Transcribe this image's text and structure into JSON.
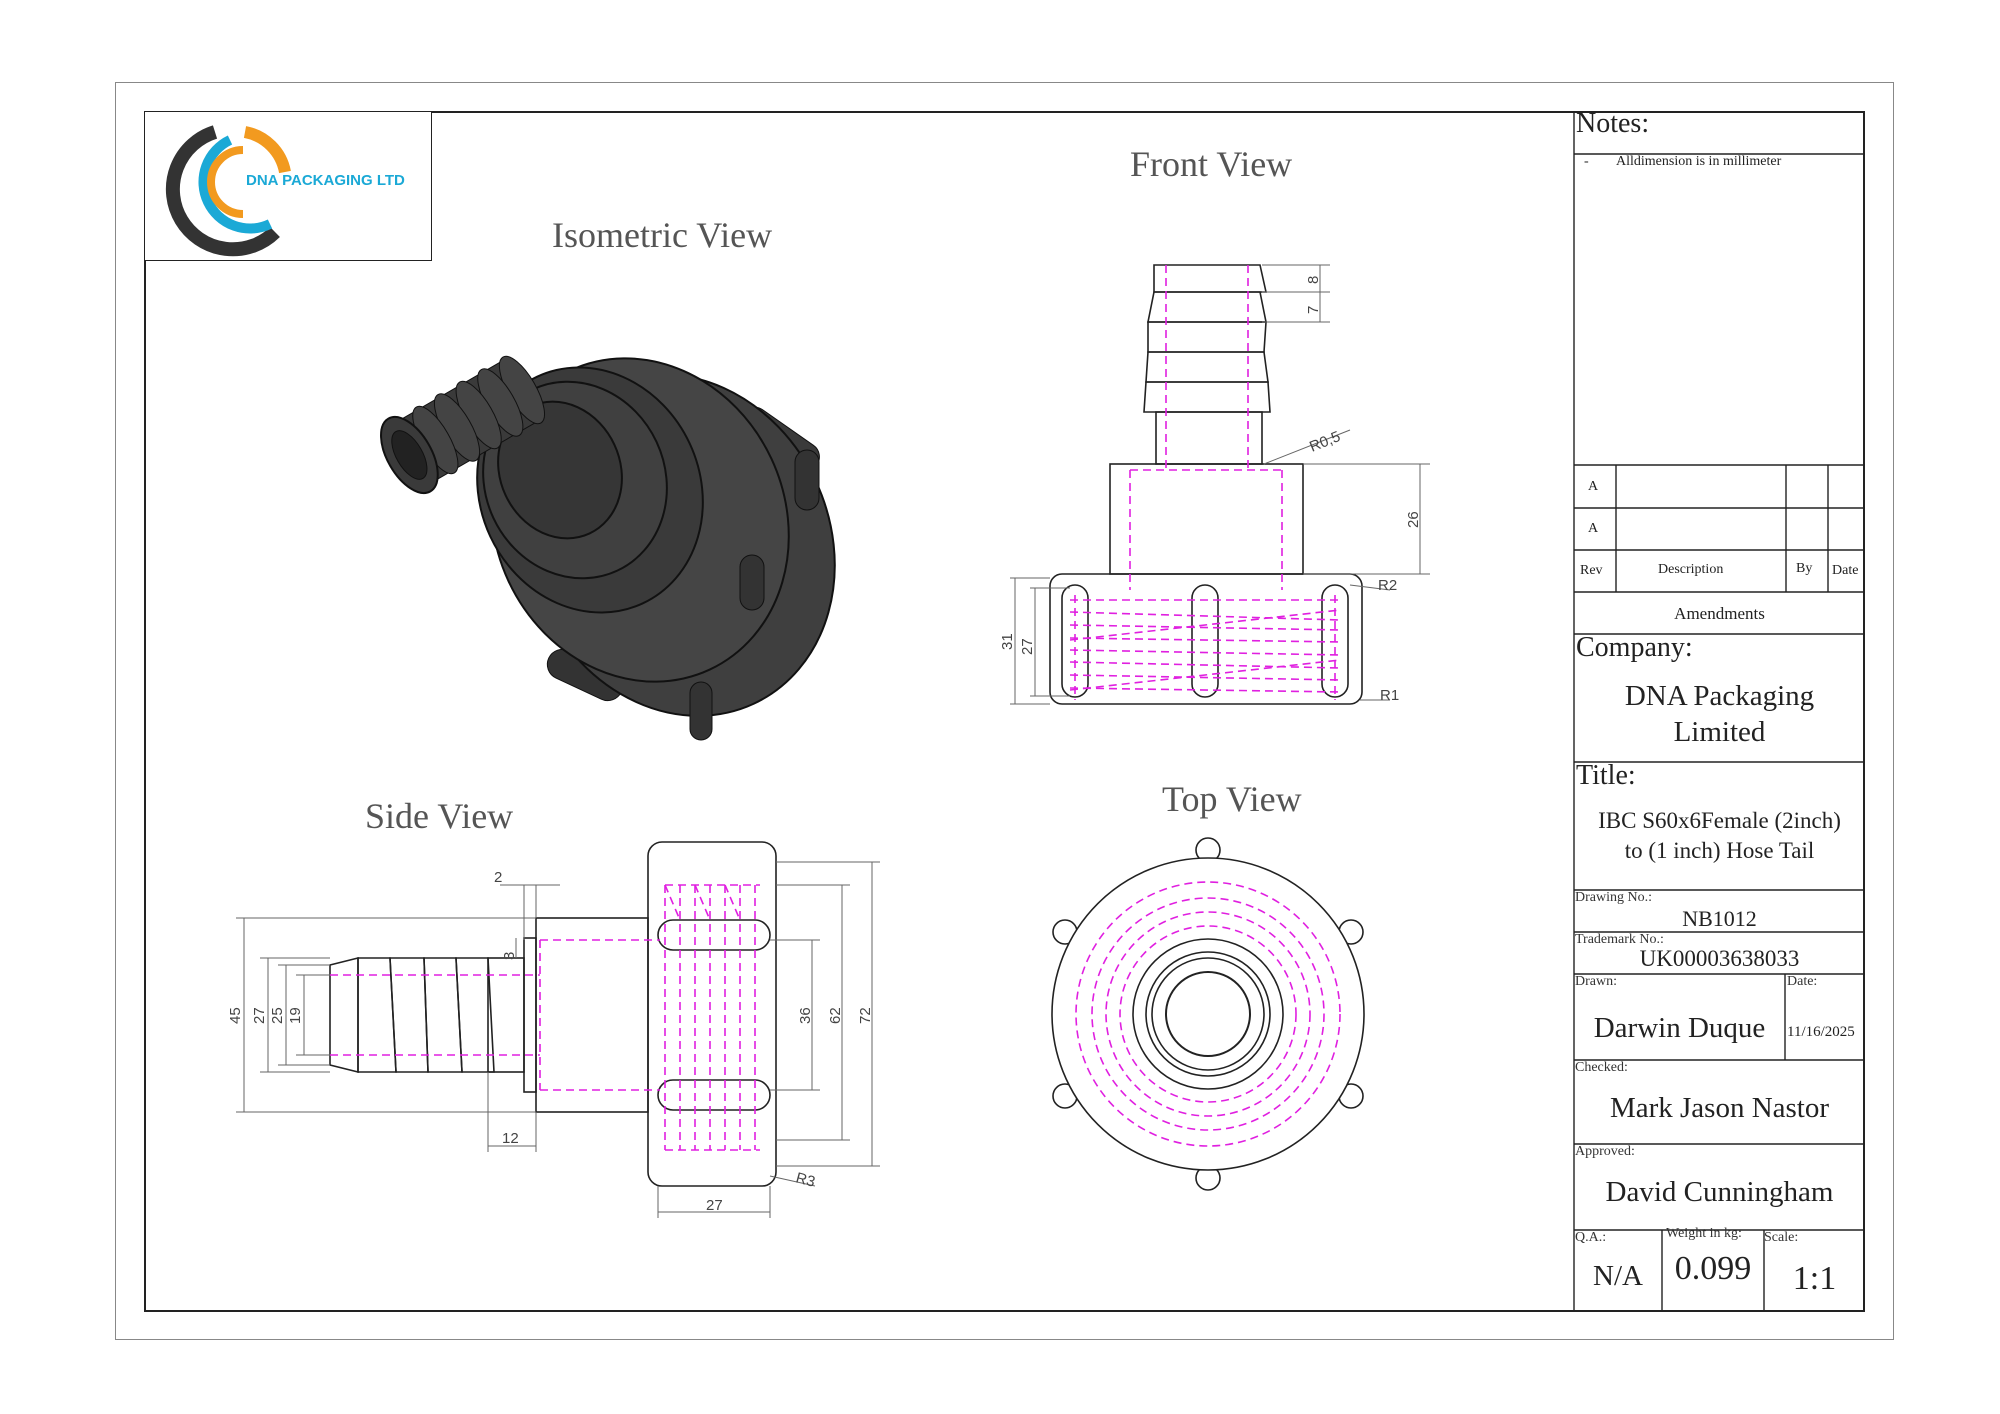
{
  "logo": {
    "text": "DNA PACKAGING LTD",
    "colors": {
      "orange": "#f29a1f",
      "blue": "#1ba9d6",
      "dark": "#333333"
    }
  },
  "views": {
    "isometric": "Isometric View",
    "front": "Front View",
    "side": "Side View",
    "top": "Top View"
  },
  "dimensions": {
    "front": {
      "d8": "8",
      "d7": "7",
      "r05": "R0,5",
      "d26": "26",
      "r2": "R2",
      "d31": "31",
      "d27": "27",
      "r1": "R1"
    },
    "side": {
      "d2": "2",
      "d3": "3",
      "d45": "45",
      "d27": "27",
      "d25": "25",
      "d19": "19",
      "d36": "36",
      "d62": "62",
      "d72": "72",
      "d12": "12",
      "r3": "R3",
      "d27b": "27"
    }
  },
  "colors": {
    "hidden_lines": "#e020e0",
    "lines": "#222222",
    "solid": "#3a3a3a"
  },
  "title_block": {
    "notes_label": "Notes:",
    "note_bullet": "-",
    "note_1": "Alldimension is in millimeter",
    "rev_rows": [
      {
        "rev": "A"
      },
      {
        "rev": "A"
      }
    ],
    "rev_header": {
      "rev": "Rev",
      "description": "Description",
      "by": "By",
      "date": "Date"
    },
    "amendments": "Amendments",
    "company_label": "Company:",
    "company_line1": "DNA Packaging",
    "company_line2": "Limited",
    "title_label": "Title:",
    "title_line1": "IBC S60x6Female (2inch)",
    "title_line2": "to (1 inch) Hose Tail",
    "drawing_no_label": "Drawing No.:",
    "drawing_no": "NB1012",
    "trademark_label": "Trademark No.:",
    "trademark_no": "UK00003638033",
    "drawn_label": "Drawn:",
    "drawn_by": "Darwin Duque",
    "date_label": "Date:",
    "date": "11/16/2025",
    "checked_label": "Checked:",
    "checked_by": "Mark Jason Nastor",
    "approved_label": "Approved:",
    "approved_by": "David Cunningham",
    "qa_label": "Q.A.:",
    "qa": "N/A",
    "weight_label": "Weight in kg:",
    "weight": "0.099",
    "scale_label": "Scale:",
    "scale": "1:1"
  }
}
